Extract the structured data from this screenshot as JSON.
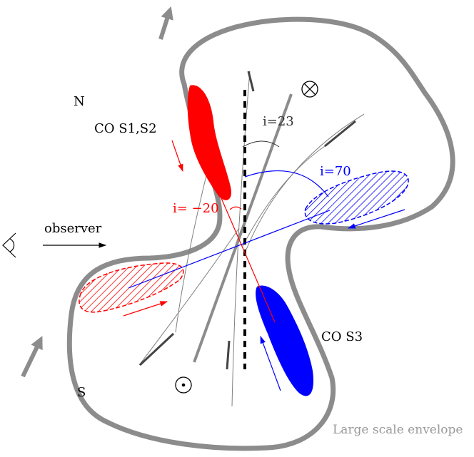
{
  "labels": {
    "north": "N",
    "south": "S",
    "co_s1_s2": "CO S1,S2",
    "co_s3": "CO S3",
    "observer": "observer",
    "incl_grey": "i=23",
    "incl_blue": "i=70",
    "incl_red": "i= −20",
    "envelope": "Large scale envelope"
  },
  "colors": {
    "envelope": "#8c8c8c",
    "red": "#ff0000",
    "blue": "#0000ff",
    "axis": "#000000",
    "grey_line": "#808080",
    "dark_segment": "#444444",
    "envelope_text": "#999999"
  },
  "symbols": {
    "into_page": "circle-cross-icon",
    "out_of_page": "circle-dot-icon",
    "observer_eye": "eye-icon"
  }
}
